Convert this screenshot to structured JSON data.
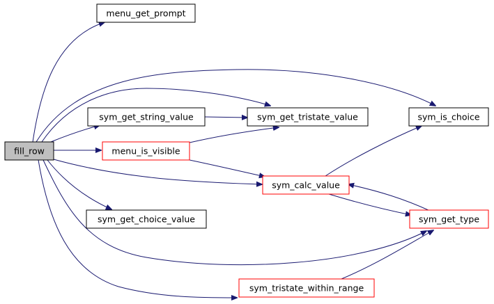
{
  "graph": {
    "edge_color": "#191970",
    "colors": {
      "root_fill": "#bfbfbf",
      "documented_border": "#000000",
      "undocumented_border": "#ff0000"
    },
    "nodes": [
      {
        "id": "fill_row",
        "label": "fill_row",
        "kind": "root"
      },
      {
        "id": "menu_get_prompt",
        "label": "menu_get_prompt",
        "kind": "documented"
      },
      {
        "id": "sym_get_string_value",
        "label": "sym_get_string_value",
        "kind": "documented"
      },
      {
        "id": "sym_get_tristate_value",
        "label": "sym_get_tristate_value",
        "kind": "documented"
      },
      {
        "id": "sym_is_choice",
        "label": "sym_is_choice",
        "kind": "documented"
      },
      {
        "id": "menu_is_visible",
        "label": "menu_is_visible",
        "kind": "undocumented"
      },
      {
        "id": "sym_calc_value",
        "label": "sym_calc_value",
        "kind": "undocumented"
      },
      {
        "id": "sym_get_choice_value",
        "label": "sym_get_choice_value",
        "kind": "documented"
      },
      {
        "id": "sym_get_type",
        "label": "sym_get_type",
        "kind": "undocumented"
      },
      {
        "id": "sym_tristate_within_range",
        "label": "sym_tristate_within_range",
        "kind": "undocumented"
      }
    ],
    "edges": [
      {
        "from": "fill_row",
        "to": "menu_get_prompt"
      },
      {
        "from": "fill_row",
        "to": "sym_is_choice"
      },
      {
        "from": "fill_row",
        "to": "sym_get_tristate_value"
      },
      {
        "from": "fill_row",
        "to": "sym_get_string_value"
      },
      {
        "from": "fill_row",
        "to": "menu_is_visible"
      },
      {
        "from": "fill_row",
        "to": "sym_calc_value"
      },
      {
        "from": "fill_row",
        "to": "sym_get_choice_value"
      },
      {
        "from": "fill_row",
        "to": "sym_get_type"
      },
      {
        "from": "fill_row",
        "to": "sym_tristate_within_range"
      },
      {
        "from": "sym_get_string_value",
        "to": "sym_get_tristate_value"
      },
      {
        "from": "menu_is_visible",
        "to": "sym_get_tristate_value"
      },
      {
        "from": "menu_is_visible",
        "to": "sym_calc_value"
      },
      {
        "from": "sym_calc_value",
        "to": "sym_is_choice"
      },
      {
        "from": "sym_calc_value",
        "to": "sym_get_type"
      },
      {
        "from": "sym_get_type",
        "to": "sym_calc_value"
      },
      {
        "from": "sym_tristate_within_range",
        "to": "sym_get_type"
      }
    ]
  }
}
